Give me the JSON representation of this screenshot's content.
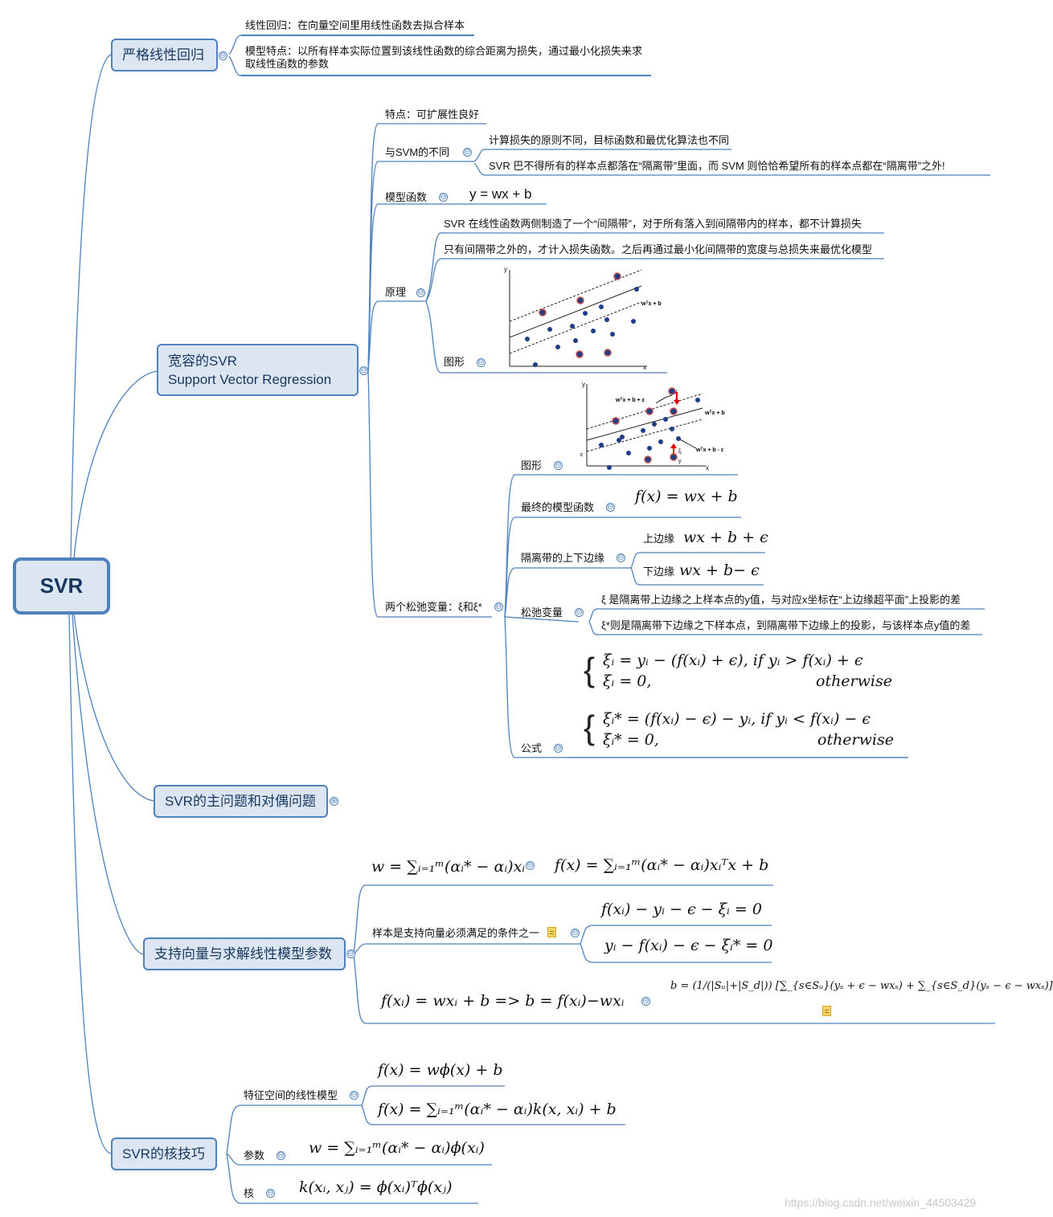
{
  "root": {
    "label": "SVR"
  },
  "topics": {
    "strict": {
      "label": "严格线性回归",
      "items": [
        "线性回归：在向量空间里用线性函数去拟合样本",
        "模型特点：以所有样本实际位置到该线性函数的综合距离为损失，通过最小化损失来求取线性函数的参数"
      ]
    },
    "tolerant": {
      "label_line1": "宽容的SVR",
      "label_line2": "Support Vector Regression",
      "feature": "特点：可扩展性良好",
      "diff": {
        "label": "与SVM的不同",
        "items": [
          "计算损失的原则不同，目标函数和最优化算法也不同",
          "SVR 巴不得所有的样本点都落在“隔离带”里面，而 SVM 则恰恰希望所有的样本点都在“隔离带”之外!"
        ]
      },
      "model": {
        "label": "模型函数",
        "formula": "y = wx + b"
      },
      "principle": {
        "label": "原理",
        "items": [
          "SVR 在线性函数两侧制造了一个“间隔带”，对于所有落入到间隔带内的样本，都不计算损失",
          "只有间隔带之外的，才计入损失函数。之后再通过最小化间隔带的宽度与总损失来最优化模型"
        ],
        "figure_label": "图形",
        "figure": {
          "y_axis": "y",
          "x_axis": "x",
          "line_label": "wᵀx + b"
        }
      },
      "slack": {
        "label": "两个松弛变量：ξ和ξ*",
        "figure_label": "图形",
        "figure": {
          "y_axis": "y",
          "x_axis": "x",
          "upper": "wᵀx + b + ε",
          "middle": "wᵀx + b",
          "lower": "wᵀx + b - ε",
          "eps": "ε",
          "xi": "ξ",
          "xi_i": "ξᵢ",
          "yi": "y",
          "yi2": "y"
        },
        "final_model": {
          "label": "最终的模型函数",
          "formula": "f(x) = wx + b"
        },
        "edges": {
          "label": "隔离带的上下边缘",
          "upper_label": "上边缘",
          "upper_formula": "wx + b + ϵ",
          "lower_label": "下边缘",
          "lower_formula": "wx + b− ϵ"
        },
        "slackvar": {
          "label": "松弛变量",
          "items": [
            "ξ 是隔离带上边缘之上样本点的y值，与对应x坐标在“上边缘超平面”上投影的差",
            "ξ*则是隔离带下边缘之下样本点，到隔离带下边缘上的投影，与该样本点y值的差"
          ]
        },
        "formula": {
          "label": "公式",
          "xi_line1": "ξᵢ = yᵢ − (f(xᵢ) + ϵ),   if  yᵢ > f(xᵢ) + ϵ",
          "xi_line2_left": "ξᵢ = 0,",
          "xi_line2_right": "otherwise",
          "xis_line1": "ξᵢ* = (f(xᵢ) − ϵ) − yᵢ,   if  yᵢ < f(xᵢ) − ϵ",
          "xis_line2_left": "ξᵢ* = 0,",
          "xis_line2_right": "otherwise"
        }
      }
    },
    "dual": {
      "label": "SVR的主问题和对偶问题"
    },
    "sv": {
      "label": "支持向量与求解线性模型参数",
      "w_formula": "w = ∑ᵢ₌₁ᵐ(αᵢ* − αᵢ)xᵢ",
      "f_formula": "f(x) = ∑ᵢ₌₁ᵐ(αᵢ* − αᵢ)xᵢᵀx + b",
      "condition": {
        "label": "样本是支持向量必须满足的条件之一",
        "eq1": "f(xᵢ) − yᵢ − ϵ − ξᵢ = 0",
        "eq2": "yᵢ − f(xᵢ) − ϵ − ξᵢ* = 0"
      },
      "b_formula": "f(xᵢ) = wxᵢ + b => b = f(xᵢ)−wxᵢ",
      "b_avg": "b = (1/(|Sᵤ|+|S_d|)) [∑_{s∈Sᵤ}(yₛ + ϵ − wxₛ) + ∑_{s∈S_d}(yₛ − ϵ − wxₛ)]"
    },
    "kernel": {
      "label": "SVR的核技巧",
      "feature_space": {
        "label": "特征空间的线性模型",
        "f1": "f(x) = wϕ(x) + b",
        "f2": "f(x) = ∑ᵢ₌₁ᵐ(αᵢ* − αᵢ)k(x, xᵢ) + b"
      },
      "params": {
        "label": "参数",
        "formula": "w = ∑ᵢ₌₁ᵐ(αᵢ* − αᵢ)ϕ(xᵢ)"
      },
      "kern": {
        "label": "核",
        "formula": "k(xᵢ, xⱼ) = ϕ(xᵢ)ᵀϕ(xⱼ)"
      }
    }
  },
  "controls": {
    "collapse": "⊖",
    "expand": "⊕"
  },
  "watermark": "https://blog.csdn.net/weixin_44503429",
  "colors": {
    "line": "#4f81bd",
    "node_fill": "#dce6f2",
    "dot": "#1f3e8a",
    "outlier_ring": "#c0504d",
    "arrow": "#e00000"
  }
}
